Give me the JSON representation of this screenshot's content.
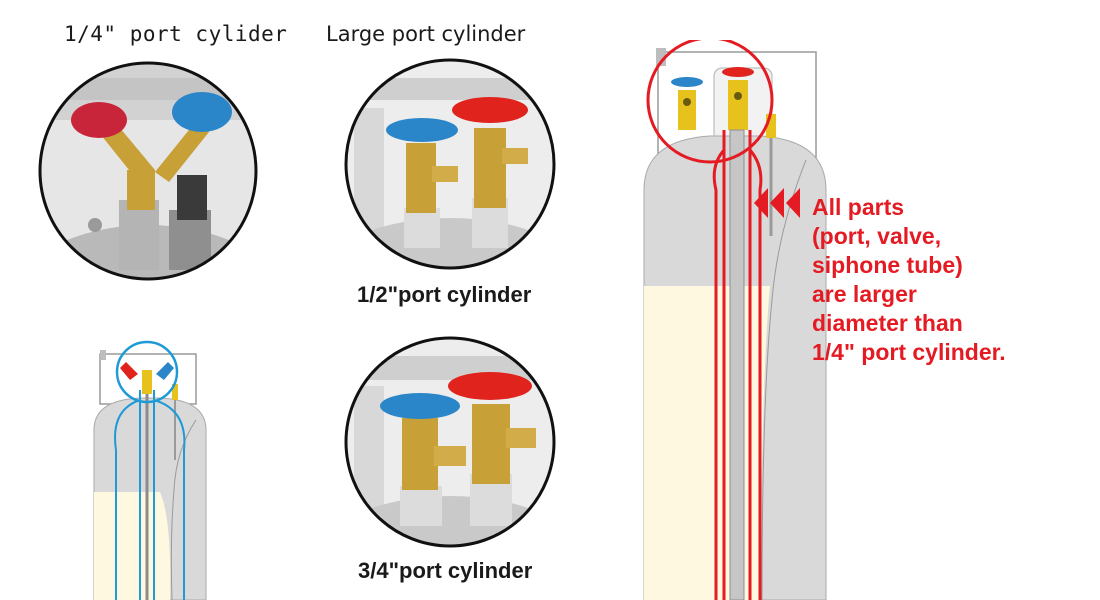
{
  "labels": {
    "small_port": "1/4\" port cylider",
    "large_port": "Large port cylinder",
    "half_port": "1/2\"port cylinder",
    "three_quarter_port": "3/4\"port cylinder"
  },
  "callout": {
    "lines": [
      "All parts",
      "(port, valve,",
      "siphone tube)",
      "are larger",
      "diameter than",
      "1/4\" port cylinder."
    ]
  },
  "colors": {
    "highlight_red": "#e41b23",
    "highlight_blue": "#1e9ad6",
    "cylinder_gray": "#d9d9d9",
    "liquid_cream": "#fdf8df",
    "valve_blue": "#2a86c8",
    "valve_red": "#e0231c",
    "brass": "#c8a038"
  },
  "icons": [
    "triple-chevron-left-icon"
  ]
}
